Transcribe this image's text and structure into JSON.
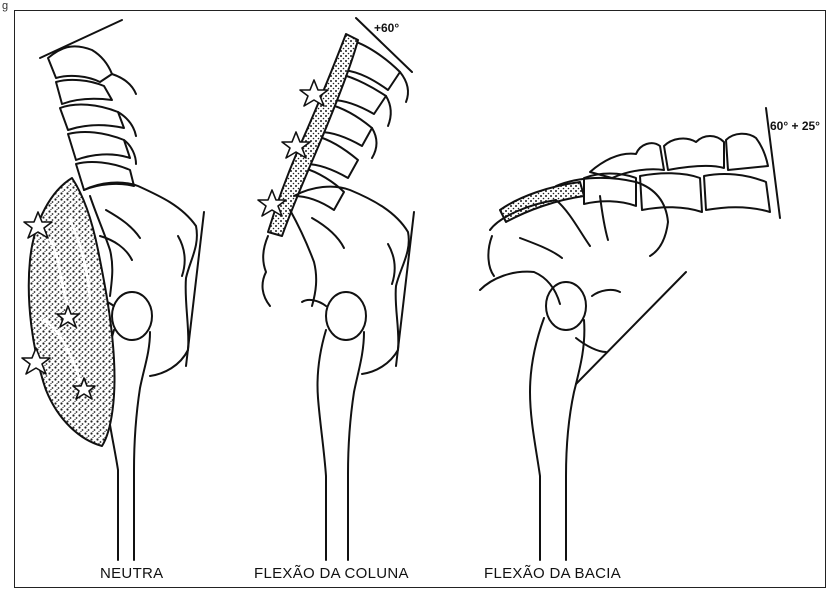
{
  "figure": {
    "corner_mark": "g",
    "panels": [
      {
        "caption": "NEUTRA"
      },
      {
        "caption": "FLEXÃO DA COLUNA",
        "angle_label": "+60°"
      },
      {
        "caption": "FLEXÃO DA BACIA",
        "angle_label": "60° + 25°"
      }
    ]
  },
  "colors": {
    "ink": "#111111",
    "background": "#ffffff",
    "stipple": "#222222"
  }
}
